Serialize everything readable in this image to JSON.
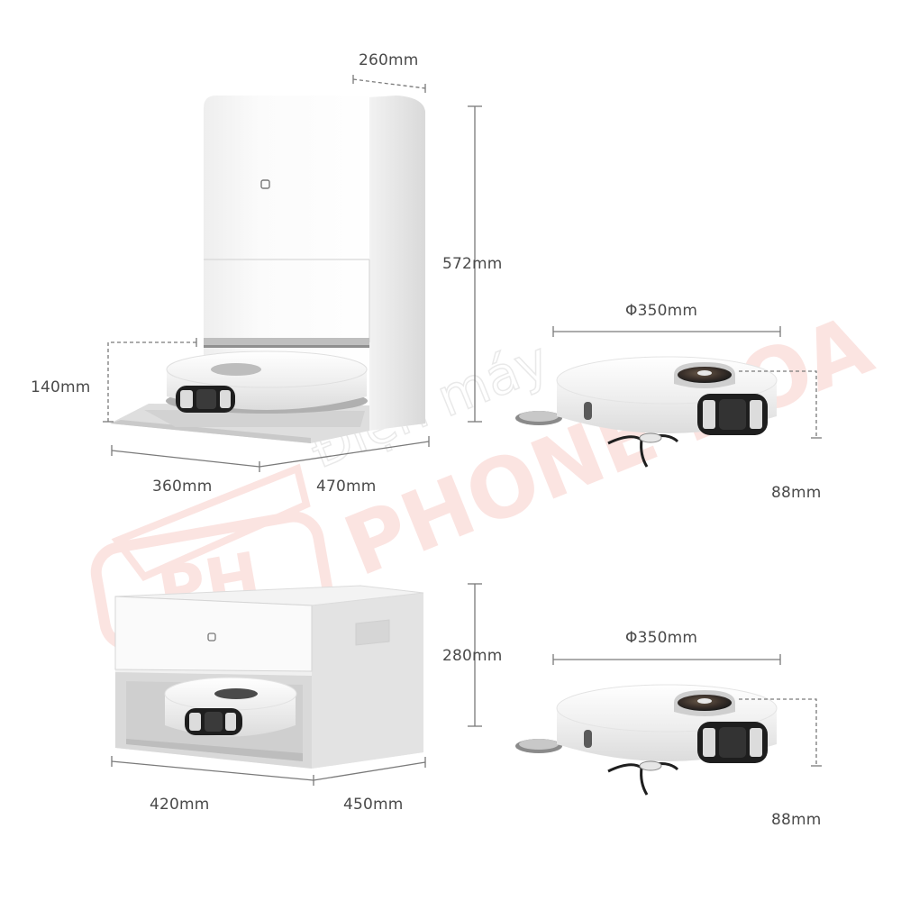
{
  "watermark": {
    "line1": "Điện máy",
    "line2": "PHONE HOA",
    "logo_letters": "PH"
  },
  "dimensions": {
    "station_depth": "260mm",
    "station_height": "572mm",
    "robot_height": "140mm",
    "station_base_depth": "360mm",
    "station_width": "470mm",
    "robot_diameter_top": "Φ350mm",
    "robot_thickness_top": "88mm",
    "module_height": "280mm",
    "module_depth": "420mm",
    "module_width": "450mm",
    "robot_diameter_bottom": "Φ350mm",
    "robot_thickness_bottom": "88mm"
  },
  "colors": {
    "accent": "#e0301e",
    "label": "#4a4a4a",
    "guide": "#7a7a7a"
  }
}
